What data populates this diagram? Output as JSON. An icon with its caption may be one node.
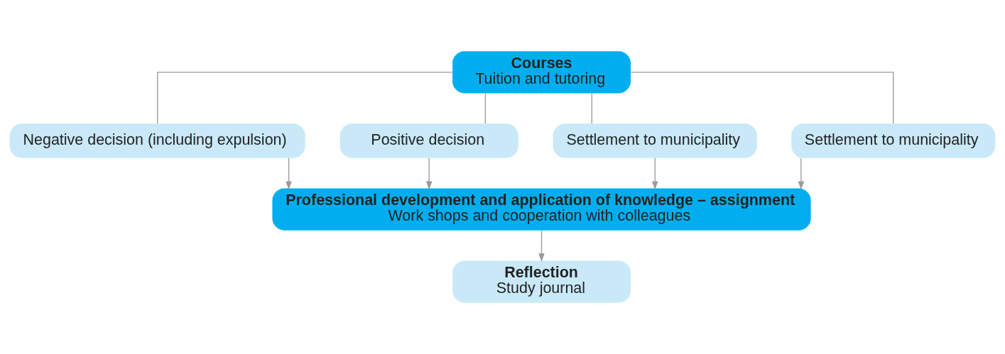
{
  "diagram": {
    "nodes": [
      {
        "text": [
          "Courses",
          "Tuition and tutoring"
        ]
      },
      {
        "text": [
          "Negative decision (including expulsion)"
        ]
      },
      {
        "text": [
          "Positive decision"
        ]
      },
      {
        "text": [
          "Settlement to municipality"
        ]
      },
      {
        "text": [
          "Settlement to municipality"
        ]
      },
      {
        "text": [
          "Professional development and application of knowledge – assignment",
          "Work shops and cooperation with colleagues"
        ]
      },
      {
        "text": [
          "Reflection",
          "Study journal"
        ]
      }
    ],
    "edges": [
      {
        "from": 0,
        "to": 1,
        "arrow": "none"
      },
      {
        "from": 0,
        "to": 2,
        "arrow": "none"
      },
      {
        "from": 0,
        "to": 3,
        "arrow": "none"
      },
      {
        "from": 0,
        "to": 4,
        "arrow": "none"
      },
      {
        "from": 1,
        "to": 5,
        "arrow": "to"
      },
      {
        "from": 2,
        "to": 5,
        "arrow": "to"
      },
      {
        "from": 3,
        "to": 5,
        "arrow": "to"
      },
      {
        "from": 4,
        "to": 5,
        "arrow": "to"
      },
      {
        "from": 5,
        "to": 6,
        "arrow": "to"
      }
    ]
  }
}
